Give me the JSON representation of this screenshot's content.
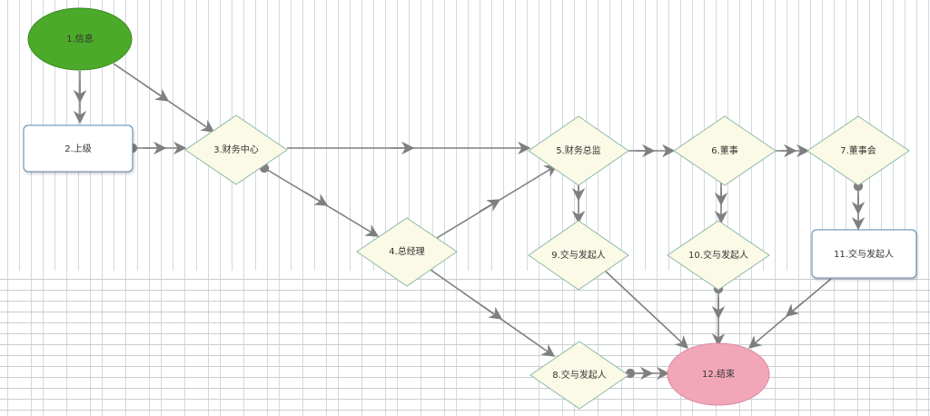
{
  "nodes": {
    "n1": {
      "label": "1.信息",
      "color": "#4caa2a"
    },
    "n2": {
      "label": "2.上级"
    },
    "n3": {
      "label": "3.财务中心"
    },
    "n4": {
      "label": "4.总经理"
    },
    "n5": {
      "label": "5.财务总监"
    },
    "n6": {
      "label": "6.董事"
    },
    "n7": {
      "label": "7.董事会"
    },
    "n9": {
      "label": "9.交与发起人"
    },
    "n8": {
      "label": "8.交与发起人"
    },
    "n10": {
      "label": "10.交与发起人"
    },
    "n11": {
      "label": "11.交与发起人"
    },
    "n12": {
      "label": "12.结束",
      "color": "#f2a7b9"
    }
  },
  "colors": {
    "decision_fill": "#fafae6",
    "decision_stroke": "#8fb8a8",
    "edge": "#7f7f7f",
    "rect_stroke": "#5b86a8"
  }
}
